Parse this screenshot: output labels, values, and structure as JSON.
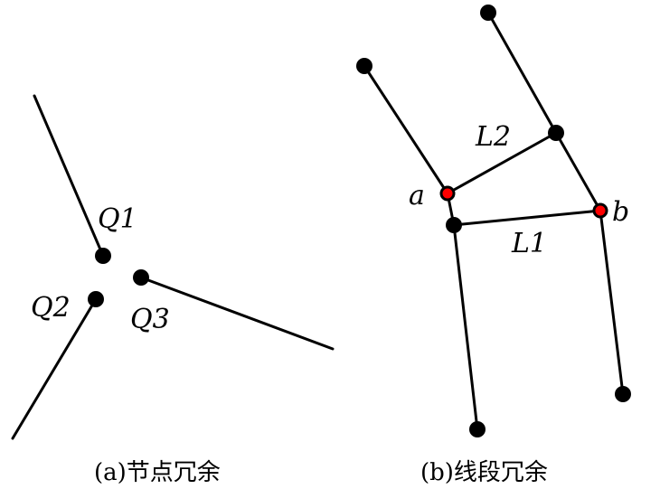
{
  "panel_a": {
    "caption": "(a)节点冗余",
    "labels": {
      "q1": "Q1",
      "q2": "Q2",
      "q3": "Q3"
    }
  },
  "panel_b": {
    "caption": "(b)线段冗余",
    "labels": {
      "l1": "L1",
      "l2": "L2",
      "a": "a",
      "b": "b"
    }
  },
  "colors": {
    "line": "#000000",
    "node": "#000000",
    "highlight": "#ff0000"
  }
}
